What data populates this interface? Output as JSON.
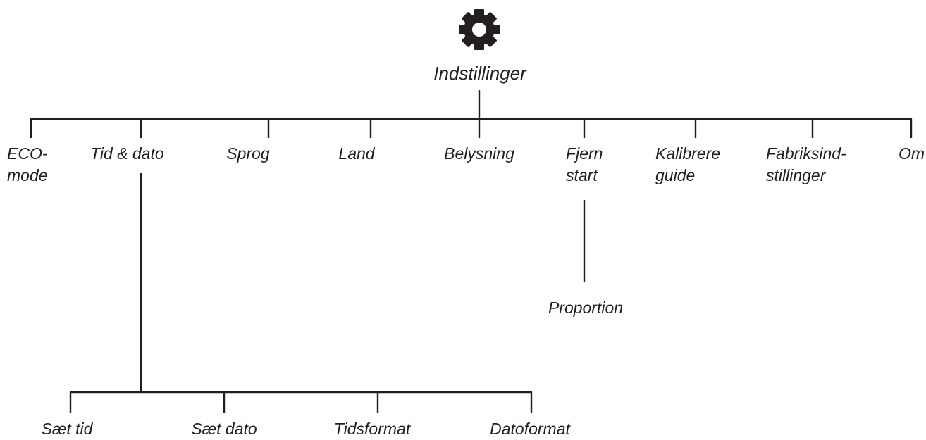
{
  "root": {
    "label": "Indstillinger",
    "icon": "gear-icon",
    "color": "#231f20"
  },
  "level1": [
    {
      "id": "eco",
      "lines": [
        "ECO-",
        "mode"
      ]
    },
    {
      "id": "tid",
      "lines": [
        "Tid & dato"
      ]
    },
    {
      "id": "sprog",
      "lines": [
        "Sprog"
      ]
    },
    {
      "id": "land",
      "lines": [
        "Land"
      ]
    },
    {
      "id": "belysning",
      "lines": [
        "Belysning"
      ]
    },
    {
      "id": "fjern",
      "lines": [
        "Fjern",
        "start"
      ]
    },
    {
      "id": "kalibrere",
      "lines": [
        "Kalibrere",
        "guide"
      ]
    },
    {
      "id": "fabrik",
      "lines": [
        "Fabriksind-",
        "stillinger"
      ]
    },
    {
      "id": "om",
      "lines": [
        "Om"
      ]
    }
  ],
  "fjern_children": [
    {
      "id": "proportion",
      "lines": [
        "Proportion"
      ]
    }
  ],
  "tid_children": [
    {
      "id": "saet-tid",
      "lines": [
        "Sæt tid"
      ]
    },
    {
      "id": "saet-dato",
      "lines": [
        "Sæt dato"
      ]
    },
    {
      "id": "tidsformat",
      "lines": [
        "Tidsformat"
      ]
    },
    {
      "id": "datoformat",
      "lines": [
        "Datoformat"
      ]
    }
  ]
}
